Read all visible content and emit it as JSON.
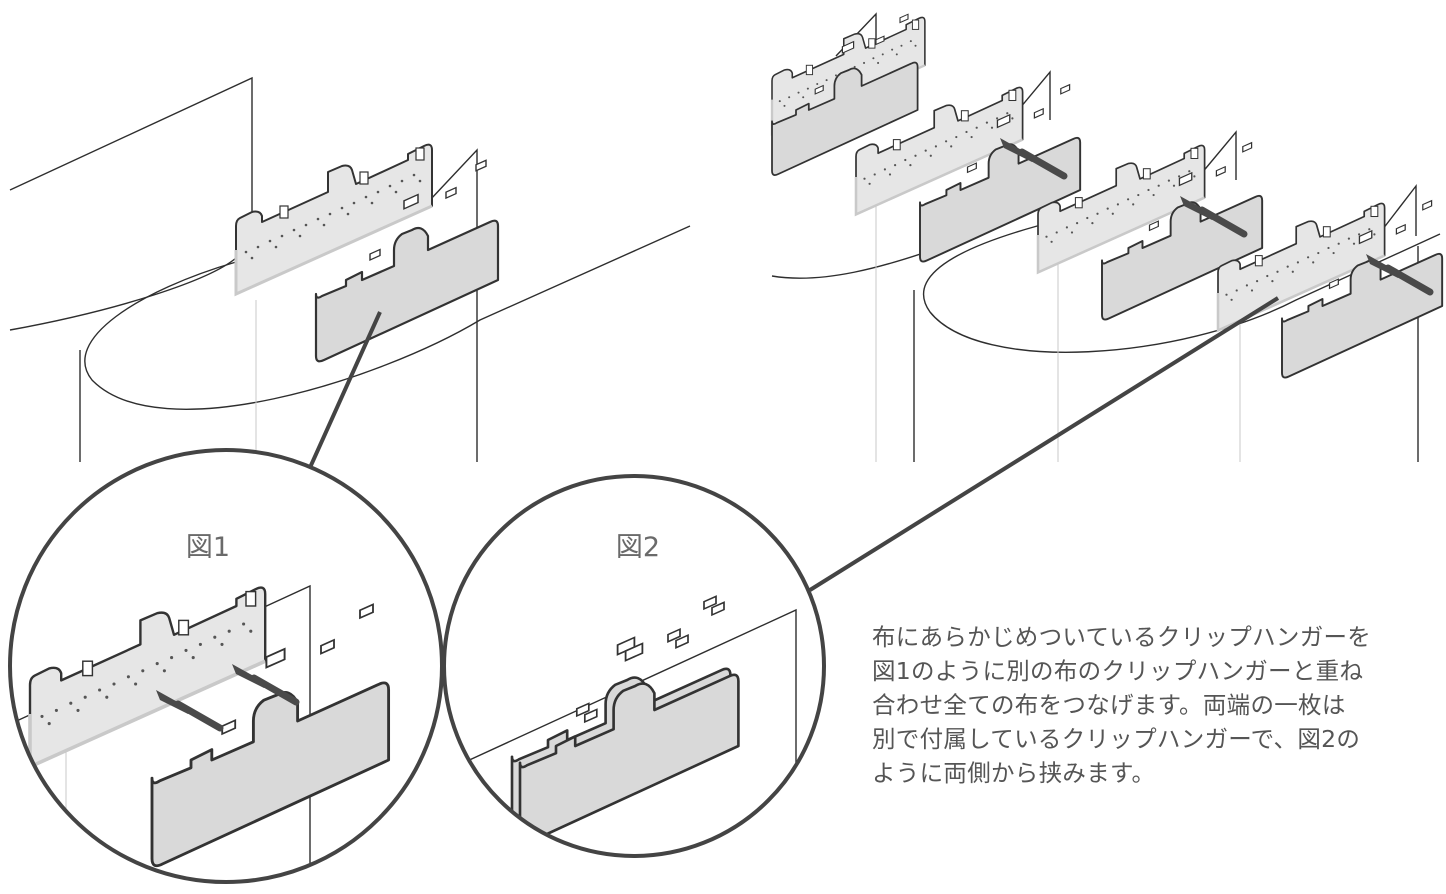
{
  "figures": {
    "fig1_label": "図1",
    "fig2_label": "図2"
  },
  "description": {
    "lines": [
      "布にあらかじめついているクリップハンガーを",
      "図1のように別の布のクリップハンガーと重ね",
      "合わせ全ての布をつなげます。両端の一枚は",
      "別で付属しているクリップハンガーで、図2の",
      "ように両側から挟みます。"
    ]
  },
  "colors": {
    "hanger_fill": "#d9d9d9",
    "hanger_stroke": "#333333",
    "arrow": "#4a4a4a",
    "callout_line": "#444444"
  },
  "icons": [
    "arrow-icon"
  ]
}
